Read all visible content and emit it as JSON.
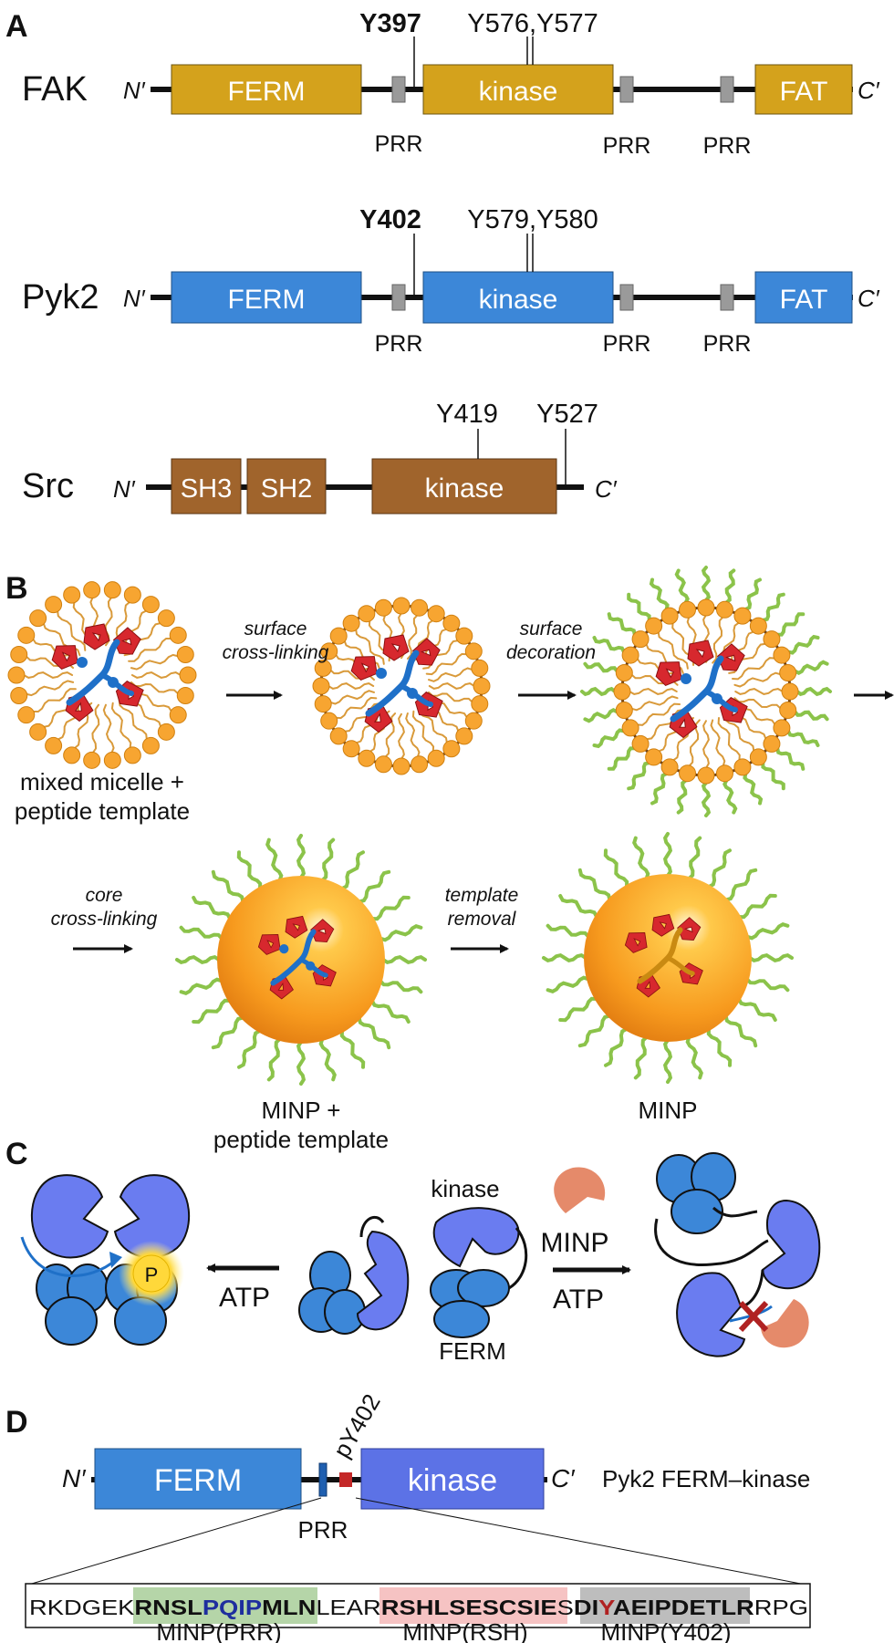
{
  "panelA": {
    "letter": "A",
    "fak": {
      "name": "FAK",
      "n": "N′",
      "c": "C′",
      "ferm": "FERM",
      "kinase": "kinase",
      "fat": "FAT",
      "prr1": "PRR",
      "prr2": "PRR",
      "prr3": "PRR",
      "site_bold": "Y397",
      "site_pair": "Y576,Y577",
      "color": "#D4A21C"
    },
    "pyk2": {
      "name": "Pyk2",
      "n": "N′",
      "c": "C′",
      "ferm": "FERM",
      "kinase": "kinase",
      "fat": "FAT",
      "prr1": "PRR",
      "prr2": "PRR",
      "prr3": "PRR",
      "site_bold": "Y402",
      "site_pair": "Y579,Y580",
      "color": "#3C87D8"
    },
    "src": {
      "name": "Src",
      "n": "N′",
      "c": "C′",
      "sh3": "SH3",
      "sh2": "SH2",
      "kinase": "kinase",
      "site1": "Y419",
      "site2": "Y527",
      "color": "#A0642C"
    }
  },
  "panelB": {
    "letter": "B",
    "step1": "surface",
    "step1b": "cross-linking",
    "step2": "surface",
    "step2b": "decoration",
    "step3": "core",
    "step3b": "cross-linking",
    "step4": "template",
    "step4b": "removal",
    "cap1a": "mixed micelle +",
    "cap1b": "peptide template",
    "cap2a": "MINP +",
    "cap2b": "peptide template",
    "cap3": "MINP"
  },
  "panelC": {
    "letter": "C",
    "atp_left": "ATP",
    "kinase": "kinase",
    "ferm": "FERM",
    "minp": "MINP",
    "atp_right": "ATP",
    "p": "P"
  },
  "panelD": {
    "letter": "D",
    "n": "N′",
    "c": "C′",
    "ferm": "FERM",
    "kinase": "kinase",
    "prr": "PRR",
    "py402": "pY402",
    "title": "Pyk2 FERM–kinase",
    "seq_a": "RKDGEK",
    "seq_b1": "RNSL",
    "seq_b2": "PQIP",
    "seq_b3": "MLN",
    "seq_c": "LEAR",
    "seq_d": "RSHLSESCSIE",
    "seq_e": "S",
    "seq_f1": "DI",
    "seq_f2": "Y",
    "seq_f3": "AEIPDETLR",
    "seq_g": "RPG",
    "lab1": "MINP(PRR)",
    "lab2": "MINP(RSH)",
    "lab3": "MINP(Y402)"
  }
}
